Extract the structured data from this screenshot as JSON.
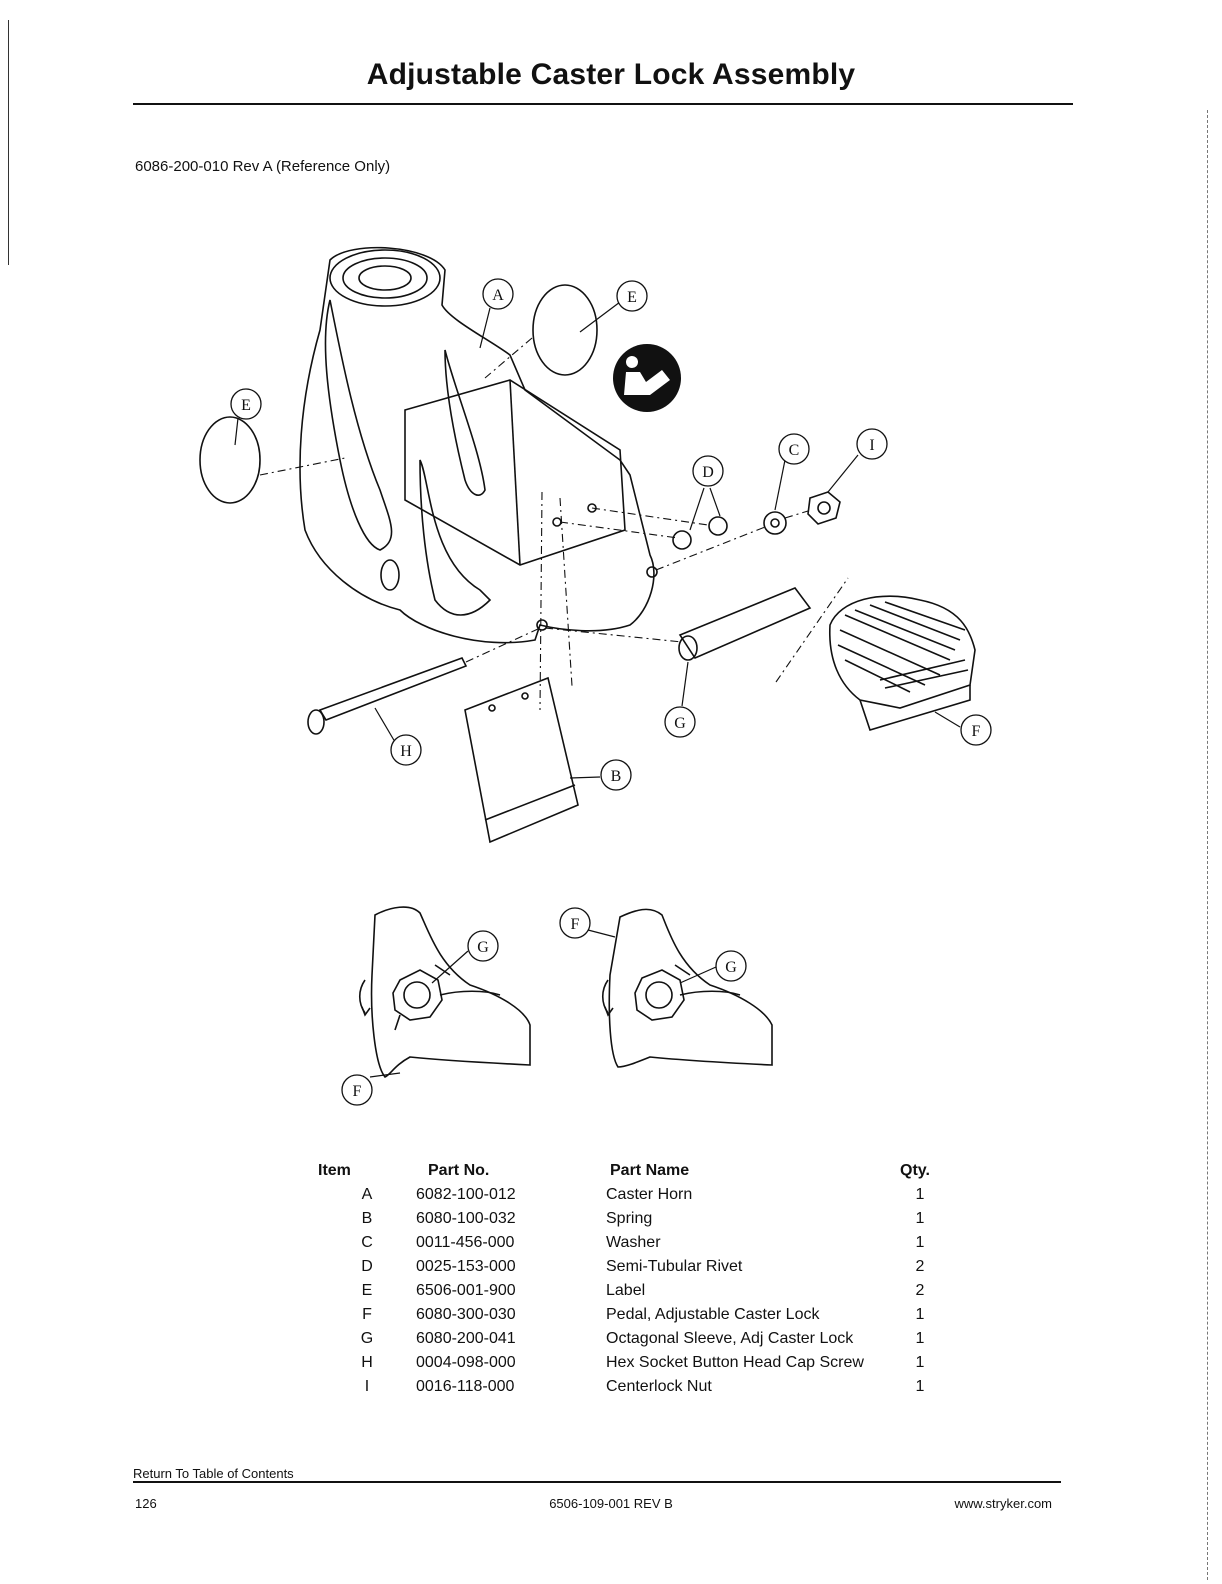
{
  "page": {
    "title": "Adjustable Caster Lock Assembly",
    "subtitle": "6086-200-010 Rev A (Reference Only)"
  },
  "diagram": {
    "callouts": {
      "A": "A",
      "B": "B",
      "C": "C",
      "D": "D",
      "E": "E",
      "F": "F",
      "G": "G",
      "H": "H",
      "I": "I"
    }
  },
  "parts_table": {
    "headers": {
      "item": "Item",
      "part_no": "Part No.",
      "part_name": "Part Name",
      "qty": "Qty."
    },
    "rows": [
      {
        "item": "A",
        "part_no": "6082-100-012",
        "part_name": "Caster Horn",
        "qty": "1"
      },
      {
        "item": "B",
        "part_no": "6080-100-032",
        "part_name": "Spring",
        "qty": "1"
      },
      {
        "item": "C",
        "part_no": "0011-456-000",
        "part_name": "Washer",
        "qty": "1"
      },
      {
        "item": "D",
        "part_no": "0025-153-000",
        "part_name": "Semi-Tubular Rivet",
        "qty": "2"
      },
      {
        "item": "E",
        "part_no": "6506-001-900",
        "part_name": "Label",
        "qty": "2"
      },
      {
        "item": "F",
        "part_no": "6080-300-030",
        "part_name": "Pedal, Adjustable Caster Lock",
        "qty": "1"
      },
      {
        "item": "G",
        "part_no": "6080-200-041",
        "part_name": "Octagonal Sleeve, Adj Caster Lock",
        "qty": "1"
      },
      {
        "item": "H",
        "part_no": "0004-098-000",
        "part_name": "Hex Socket Button Head Cap Screw",
        "qty": "1"
      },
      {
        "item": "I",
        "part_no": "0016-118-000",
        "part_name": "Centerlock Nut",
        "qty": "1"
      }
    ]
  },
  "footer": {
    "link": "Return To Table of Contents",
    "page_number": "126",
    "document_number": "6506-109-001 REV B",
    "website": "www.stryker.com"
  }
}
